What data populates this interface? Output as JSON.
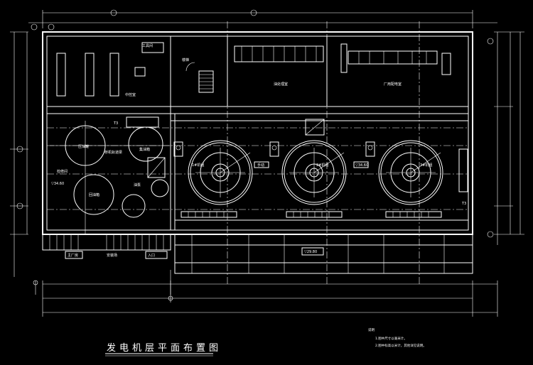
{
  "drawing": {
    "title": "发电机层平面布置图",
    "notes": {
      "heading": "说明",
      "items": [
        "1.图中尺寸以毫米计。",
        "2.图中标高以米计，其他详见说明。"
      ]
    },
    "room_labels": {
      "office": "中控室",
      "storage": "工具间",
      "workshop": "检修间",
      "equip_a": "油处理室",
      "equip_b": "厂用配电室",
      "tank_a": "压油罐",
      "tank_b": "集油箱",
      "tank_c": "回油箱",
      "pump": "油泵",
      "handwheel": "手动",
      "entrance_a": "主厂房",
      "entrance_b": "安装场",
      "entrance_c": "入口",
      "unit_a": "1#机组",
      "unit_b": "2#机组",
      "unit_c": "3#机组",
      "crane_beam": "桥机轨道梁",
      "elev_a": "▽34.60",
      "elev_b": "▽34.60",
      "stair": "楼梯",
      "rail": "T3",
      "grid_a": "T3",
      "bottom_box": "▽29.80"
    }
  },
  "colors": {
    "background": "#000000",
    "linework": "#ffffff"
  }
}
